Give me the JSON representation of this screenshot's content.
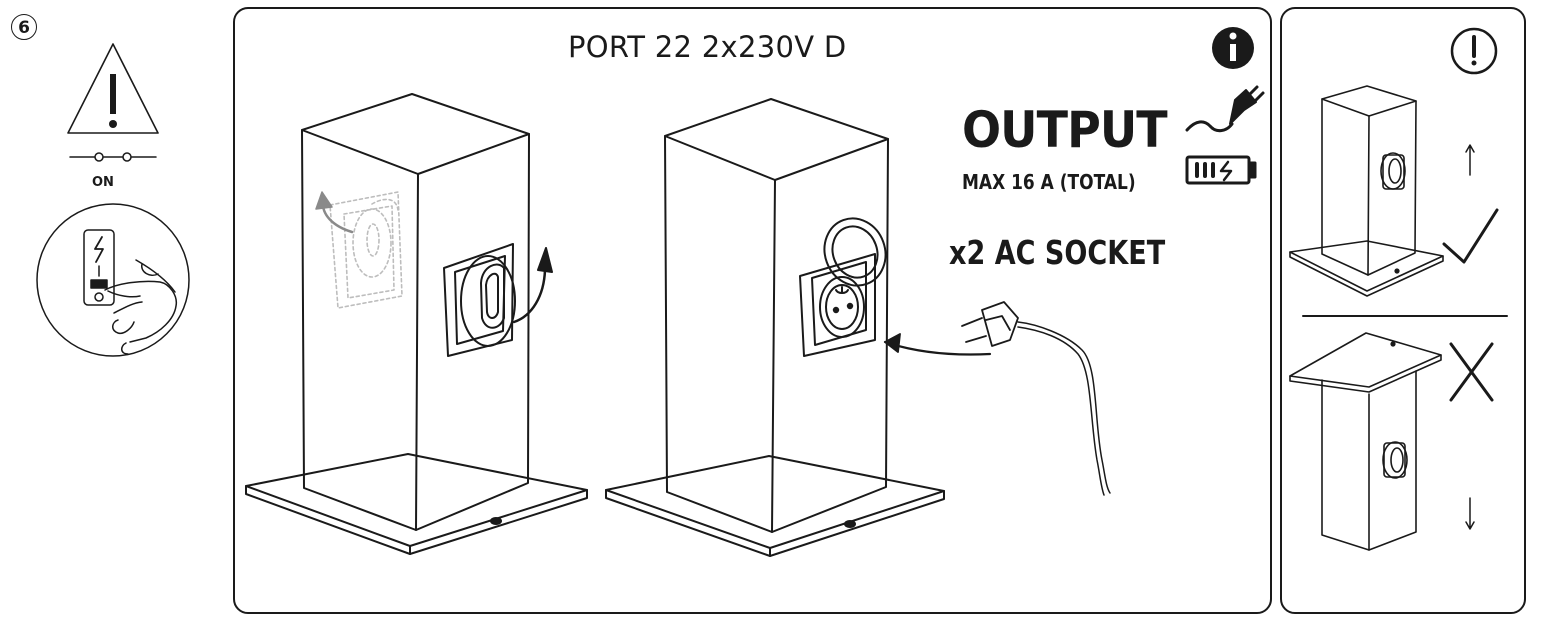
{
  "step_number": "6",
  "switch_label": "ON",
  "title": "PORT 22 2x230V D",
  "output": {
    "label": "OUTPUT",
    "max_current": "MAX 16 A (TOTAL)",
    "socket": "x2 AC SOCKET"
  },
  "icons": [
    "warning-triangle-icon",
    "switch-on-icon",
    "hand-pressing-switch-icon",
    "info-icon",
    "plug-icon",
    "battery-charging-icon",
    "attention-icon",
    "check-mark-icon",
    "cross-mark-icon"
  ]
}
